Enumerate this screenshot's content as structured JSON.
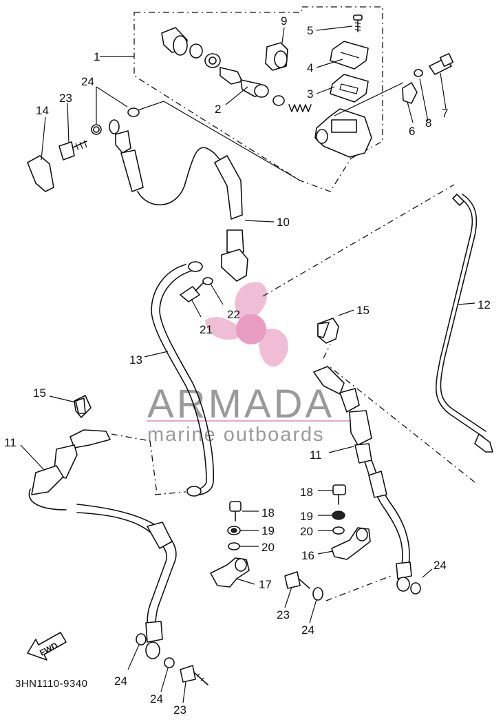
{
  "diagram": {
    "part_numbers": [
      "1",
      "2",
      "3",
      "4",
      "5",
      "6",
      "7",
      "8",
      "9",
      "10",
      "11",
      "11",
      "12",
      "13",
      "14",
      "15",
      "15",
      "16",
      "17",
      "18",
      "18",
      "19",
      "19",
      "20",
      "20",
      "21",
      "22",
      "23",
      "23",
      "23",
      "24",
      "24",
      "24",
      "24",
      "24"
    ],
    "catalog_code": "3HN1110-9340",
    "direction_arrow_label": "FWD"
  },
  "watermark": {
    "brand": "ARMADA",
    "tagline": "marine outboards",
    "brand_color": "#e8a7c8",
    "text_color": "#9a9a9a"
  }
}
